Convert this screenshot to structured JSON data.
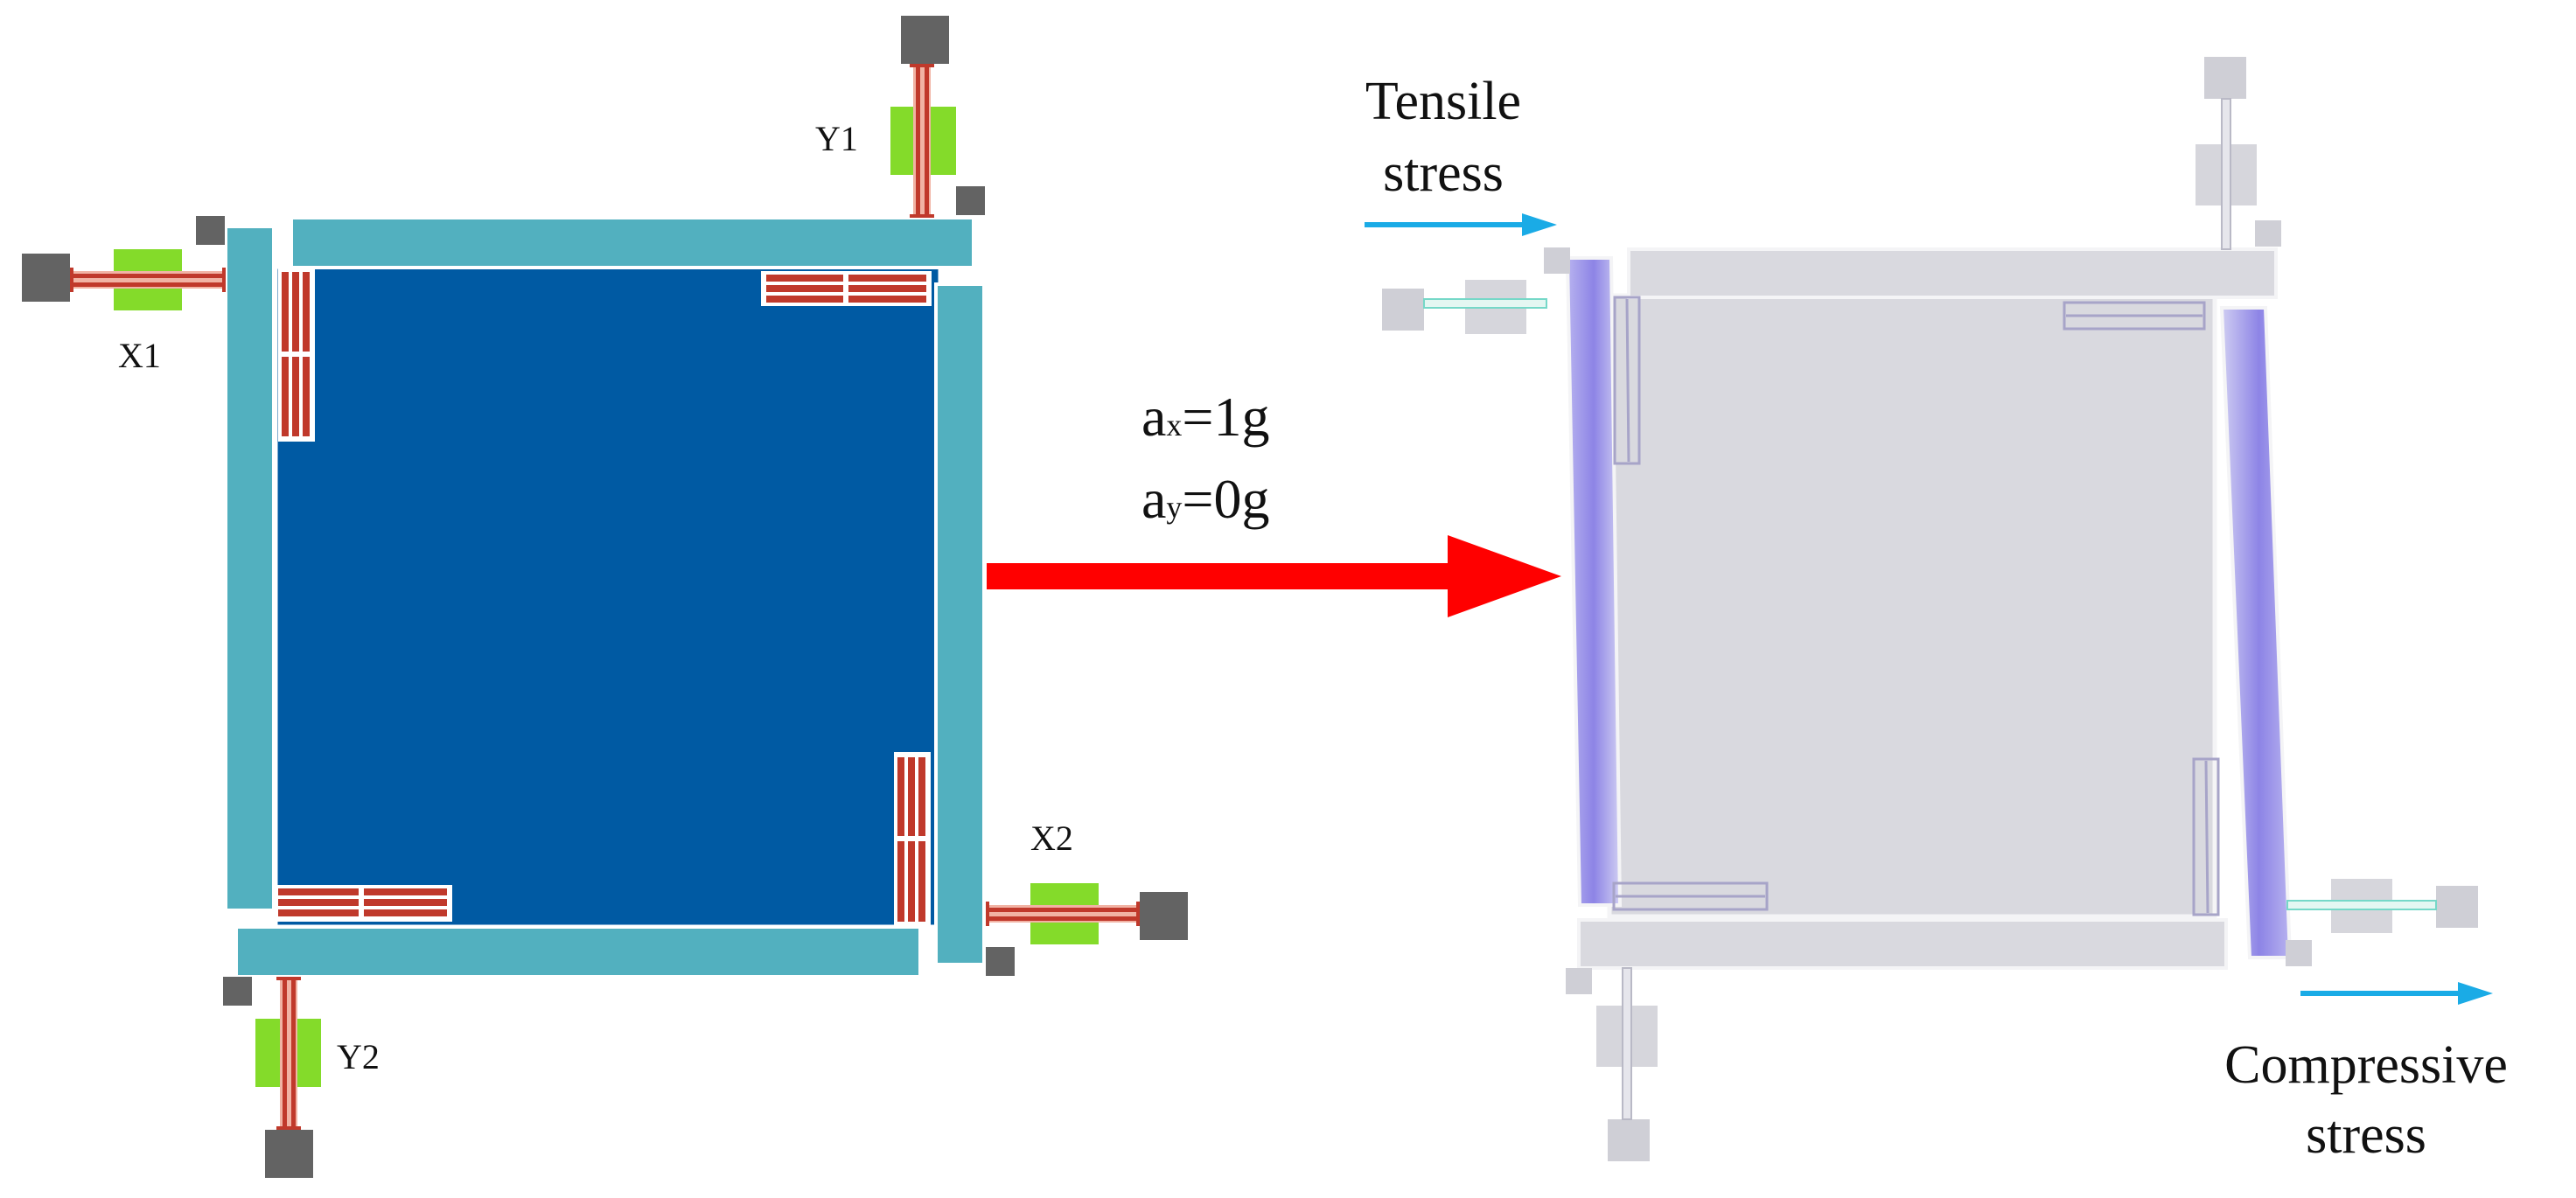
{
  "labels": {
    "x1": "X1",
    "y1": "Y1",
    "x2": "X2",
    "y2": "Y2",
    "ax_base": "a",
    "ax_sub": "x",
    "ax_value": "=1g",
    "ay_base": "a",
    "ay_sub": "y",
    "ay_value": "=0g",
    "tensile_line1": "Tensile",
    "tensile_line2": "stress",
    "compressive_line1": "Compressive",
    "compressive_line2": "stress"
  },
  "colors": {
    "proof_mass": "#005aa3",
    "frame": "#52b0bf",
    "spring": "#c0392b",
    "spring_light": "#f1b3a4",
    "sensor": "#84db2a",
    "anchor": "#636363",
    "arrow_main": "#ff0000",
    "arrow_stress": "#1aabe6",
    "deformed_body": "#d9d9df",
    "deformed_outline": "#f4f4f6",
    "stress_highlight": "#8d84e6",
    "beam_small": "#76d8c8"
  }
}
